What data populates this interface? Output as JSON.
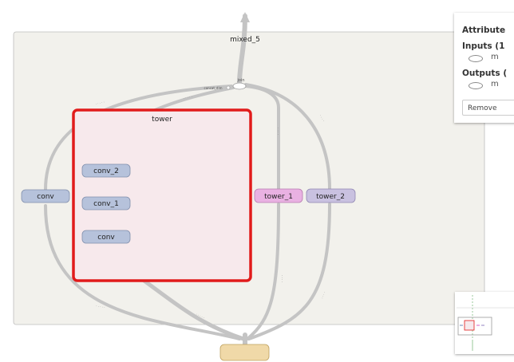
{
  "graph": {
    "output_node": "mixed_5",
    "join_node": "join",
    "concat_label": "concat_dim",
    "expanded_node": "tower",
    "nodes": [
      {
        "id": "conv_outer",
        "label": "conv"
      },
      {
        "id": "conv_2",
        "label": "conv_2"
      },
      {
        "id": "conv_1",
        "label": "conv_1"
      },
      {
        "id": "conv_inner",
        "label": "conv"
      },
      {
        "id": "tower_1",
        "label": "tower_1"
      },
      {
        "id": "tower_2",
        "label": "tower_2"
      }
    ]
  },
  "info_panel": {
    "attributes_label": "Attribute",
    "inputs_label": "Inputs (1",
    "input_item": "m",
    "outputs_label": "Outputs (",
    "output_item": "m",
    "remove_label": "Remove"
  },
  "colors": {
    "canvas_bg": "#f2f1ec",
    "edge": "#c4c4c4",
    "conv_node": "#b6c2db",
    "tower_1_node": "#e9b1e2",
    "tower_2_node": "#c9c1e0",
    "selection": "#e11b1b",
    "input_node": "#f0d9a8"
  }
}
